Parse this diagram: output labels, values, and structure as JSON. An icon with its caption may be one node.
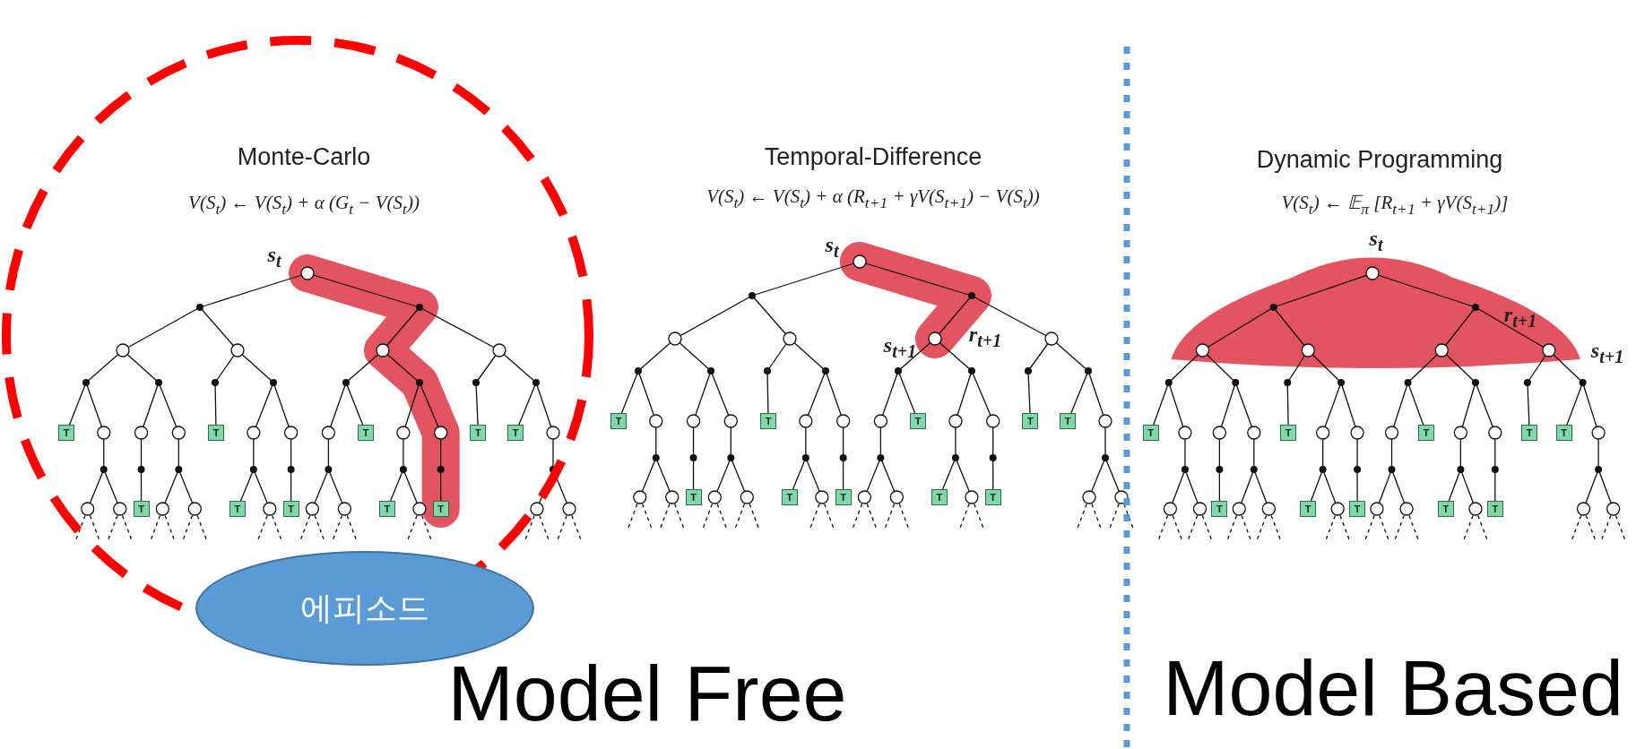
{
  "diagram": {
    "nodes": [
      {
        "text": [
          "에피소드"
        ]
      }
    ],
    "labels": [
      "Monte-Carlo",
      "V(S$_{t}$) ← V(S$_{t}$) + α (G$_{t}$ − V(S$_{t}$))",
      "s$_{t}$",
      "T",
      "T",
      "T",
      "T",
      "T",
      "T",
      "T",
      "T",
      "T",
      "T",
      "Temporal-Difference",
      "V(S$_{t}$) ← V(S$_{t}$) + α (R$_{t+1}$ + γV(S$_{t+1}$) − V(S$_{t}$))",
      "s$_{t}$",
      "r$_{t+1}$",
      "s$_{t+1}$",
      "T",
      "T",
      "T",
      "T",
      "T",
      "T",
      "T",
      "T",
      "T",
      "T",
      "Dynamic Programming",
      "V(S$_{t}$) ← 𝔼$_{π}$ [R$_{t+1}$ + γV(S$_{t+1}$)]",
      "s$_{t}$",
      "r$_{t+1}$",
      "s$_{t+1}$",
      "T",
      "T",
      "T",
      "T",
      "T",
      "T",
      "T",
      "T",
      "T",
      "T",
      "Model Free",
      "Model Based"
    ]
  }
}
